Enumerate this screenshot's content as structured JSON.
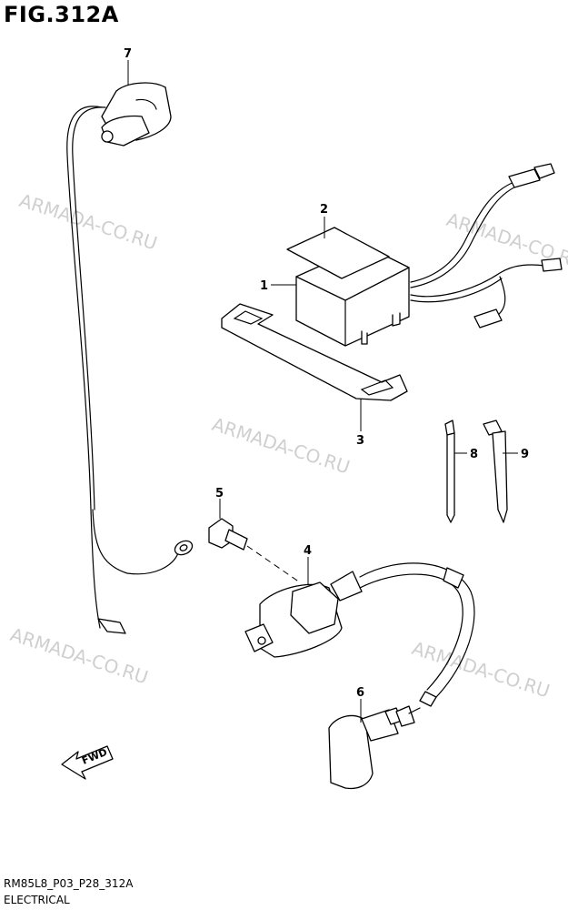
{
  "figure_title": "FIG.312A",
  "footer": {
    "code": "RM85L8_P03_P28_312A",
    "section": "ELECTRICAL"
  },
  "watermark": "ARMADA-CO.RU",
  "fwd_label": "FWD",
  "parts": [
    {
      "id": "1",
      "icon": "cdi-unit-icon"
    },
    {
      "id": "2",
      "icon": "pad-icon"
    },
    {
      "id": "3",
      "icon": "strap-icon"
    },
    {
      "id": "4",
      "icon": "ignition-coil-icon"
    },
    {
      "id": "5",
      "icon": "bolt-icon"
    },
    {
      "id": "6",
      "icon": "spark-plug-cap-icon"
    },
    {
      "id": "7",
      "icon": "engine-stop-switch-icon"
    },
    {
      "id": "8",
      "icon": "cable-tie-icon"
    },
    {
      "id": "9",
      "icon": "clamp-icon"
    }
  ]
}
